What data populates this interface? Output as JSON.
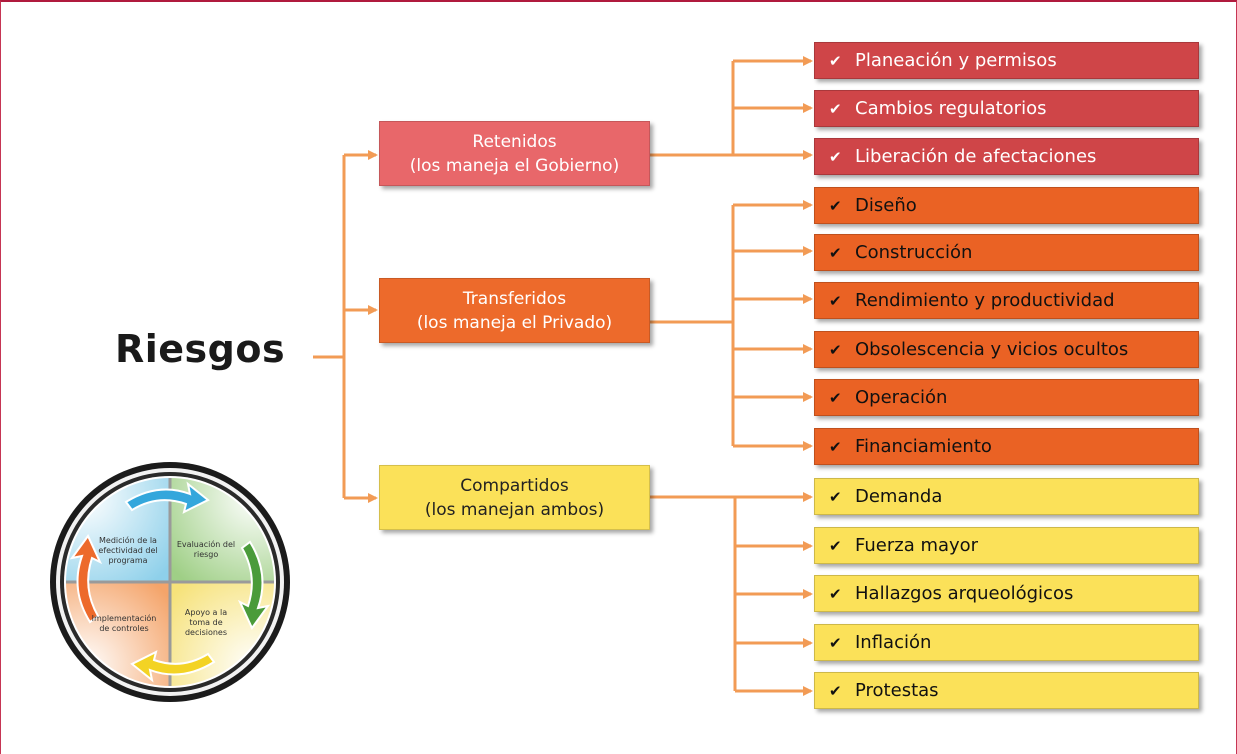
{
  "root": {
    "label": "Riesgos"
  },
  "groups": [
    {
      "title": "Retenidos",
      "subtitle": "(los maneja el Gobierno)",
      "color": "#e8676a",
      "items": [
        "Planeación y permisos",
        "Cambios regulatorios",
        "Liberación de afectaciones"
      ]
    },
    {
      "title": "Transferidos",
      "subtitle": "(los maneja el Privado)",
      "color": "#ed6a2b",
      "items": [
        "Diseño",
        "Construcción",
        "Rendimiento y productividad",
        "Obsolescencia y vicios ocultos",
        "Operación",
        "Financiamiento"
      ]
    },
    {
      "title": "Compartidos",
      "subtitle": "(los manejan ambos)",
      "color": "#fbe159",
      "items": [
        "Demanda",
        "Fuerza mayor",
        "Hallazgos arqueológicos",
        "Inflación",
        "Protestas"
      ]
    }
  ],
  "check_glyph": "✔",
  "colors": {
    "connector": "#f29b55",
    "frame": "#b01a3d",
    "item_retenidos": "#cf4548"
  },
  "cycle": {
    "quadrants": [
      "Medición de la efectividad del programa",
      "Evaluación del riesgo",
      "Implementación de controles",
      "Apoyo a la toma de decisiones"
    ]
  }
}
